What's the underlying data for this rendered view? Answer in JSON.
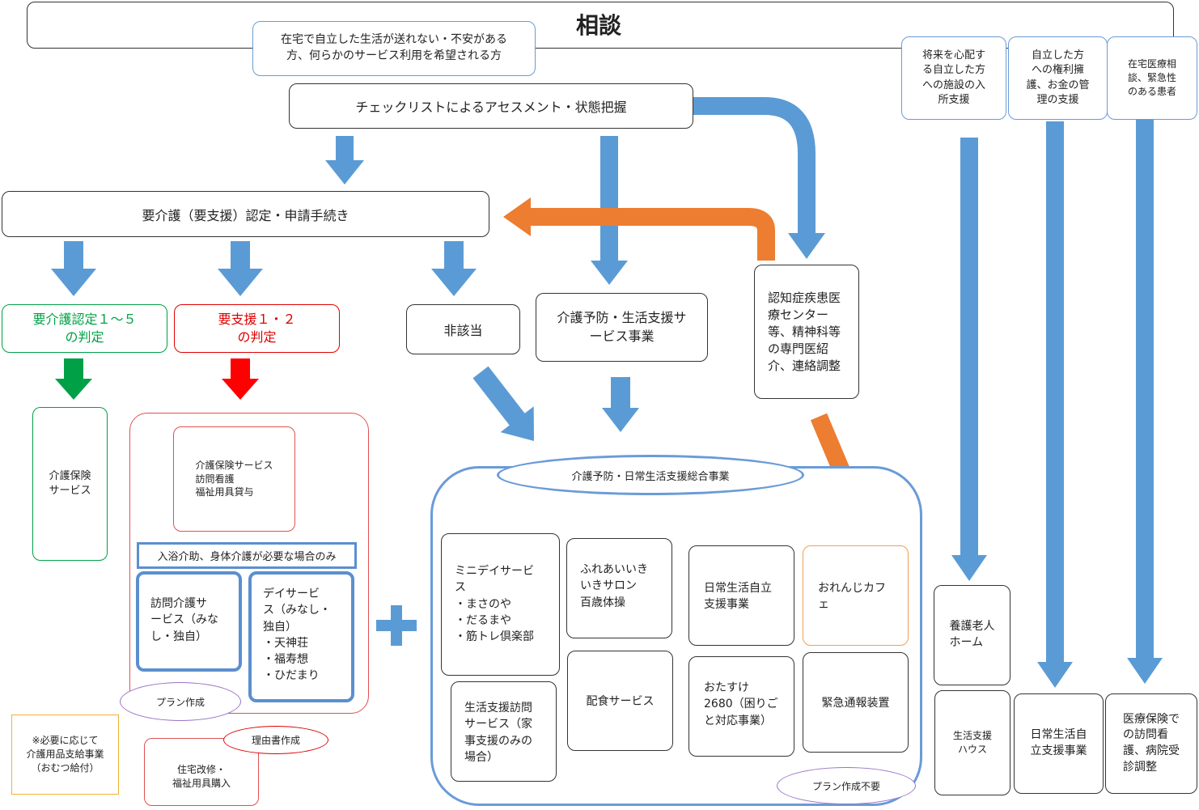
{
  "header": {
    "title": "相談"
  },
  "colors": {
    "blue_arrow": "#5b9bd5",
    "orange_arrow": "#ed7d31",
    "green_arrow": "#00a046",
    "red_arrow": "#ff0000",
    "care_green": "#00a046",
    "support_red": "#e00000"
  },
  "boxes": {
    "intro": "在宅で自立した生活が送れない・不安がある\n方、何らかのサービス利用を希望される方",
    "checklist": "チェックリストによるアセスメント・状態把握",
    "application": "要介護（要支援）認定・申請手続き",
    "care_level": "要介護認定１～５\nの判定",
    "support_level": "要支援１・２\nの判定",
    "not_applicable": "非該当",
    "prevention": "介護予防・生活支援サ\nービス事業",
    "dementia_center": "認知症疾患医\n療センター\n等、精神科等\nの専門医紹\n介、連絡調整",
    "care_insurance": "介護保険\nサービス",
    "support_services": "介護保険サービス\n訪問看護\n福祉用具貸与",
    "bath_note": "入浴介助、身体介護が必要な場合のみ",
    "home_visit": "訪問介護サ\nービス（みな\nし・独自）",
    "day_service": "デイサービ\nス（みなし・\n独自）\n・天神荘\n・福寿想\n・ひだまり",
    "plan_creation": "プラン作成",
    "reason_doc": "理由書作成",
    "home_renovation": "住宅改修・\n福祉用具購入",
    "diaper_note": "※必要に応じて\n介護用品支給事業\n（おむつ給付）",
    "general_project": "介護予防・日常生活支援総合事業",
    "mini_day": "ミニデイサービ\nス\n・まさのや\n・だるまや\n・筋トレ倶楽部",
    "fureai": "ふれあいいき\nいきサロン\n百歳体操",
    "daily_independence": "日常生活自立\n支援事業",
    "orange_cafe": "おれんじカフ\nェ",
    "life_support_visit": "生活支援訪問\nサービス（家\n事支援のみの\n場合）",
    "meal_service": "配食サービス",
    "otasuke": "おたすけ\n2680（困りご\nと対応事業）",
    "emergency": "緊急通報装置",
    "no_plan": "プラン作成不要",
    "future_worry": "将来を心配す\nる自立した方\nへの施設の入\n所支援",
    "rights_advocacy": "自立した方\nへの権利擁\n護、お金の管\n理の支援",
    "home_medical": "在宅医療相\n談、緊急性\nのある患者",
    "nursing_home": "養護老人\nホーム",
    "life_support_house": "生活支援\nハウス",
    "daily_support_right": "日常生活自\n立支援事業",
    "medical_visit": "医療保険で\nの訪問看\n護、病院受\n診調整"
  }
}
